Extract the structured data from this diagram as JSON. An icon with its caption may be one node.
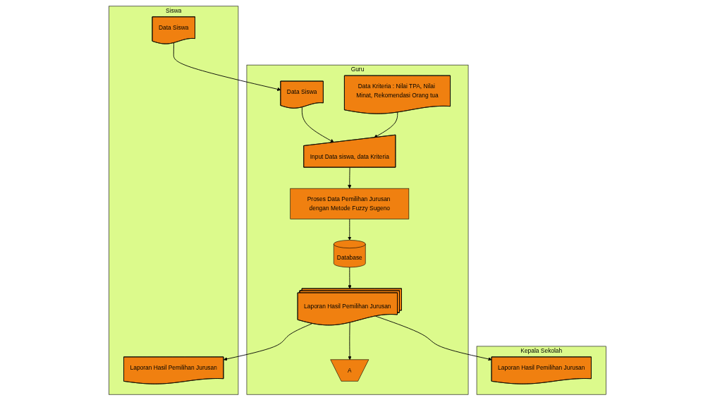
{
  "diagram": {
    "nodes": [
      {
        "text": [
          "Siswa"
        ]
      },
      {
        "text": [
          "Guru"
        ]
      },
      {
        "text": [
          "Kepala Sekolah"
        ]
      },
      {
        "text": [
          "Data Siswa"
        ],
        "in": 0
      },
      {
        "text": [
          "Laporan Hasil Pemilihan Jurusan"
        ],
        "in": 0
      },
      {
        "text": [
          "Data Siswa"
        ],
        "in": 1
      },
      {
        "text": [
          "Data Kriteria : Nilai TPA, Nilai Minat, Rekomendasi Orang tua"
        ],
        "in": 1
      },
      {
        "text": [
          "Input Data siswa, data Kriteria"
        ],
        "in": 1
      },
      {
        "text": [
          "Proses Data Pemilihan Jurusan dengan Metode Fuzzy Sugeno"
        ],
        "in": 1
      },
      {
        "text": [
          "Database"
        ],
        "in": 1
      },
      {
        "text": [
          "Laporan Hasil Pemilihan Jurusan"
        ],
        "in": 1
      },
      {
        "text": [
          "A"
        ],
        "in": 1
      },
      {
        "text": [
          "Laporan Hasil Pemilihan Jurusan"
        ],
        "in": 2
      }
    ],
    "edges": [
      {
        "from": 3,
        "to": 5,
        "arrow": "to"
      },
      {
        "from": 5,
        "to": 7,
        "arrow": "to"
      },
      {
        "from": 6,
        "to": 7,
        "arrow": "to"
      },
      {
        "from": 7,
        "to": 8,
        "arrow": "to"
      },
      {
        "from": 8,
        "to": 9,
        "arrow": "to"
      },
      {
        "from": 9,
        "to": 10,
        "arrow": "to"
      },
      {
        "from": 10,
        "to": 4,
        "arrow": "to"
      },
      {
        "from": 10,
        "to": 11,
        "arrow": "to"
      },
      {
        "from": 10,
        "to": 12,
        "arrow": "to"
      }
    ]
  }
}
